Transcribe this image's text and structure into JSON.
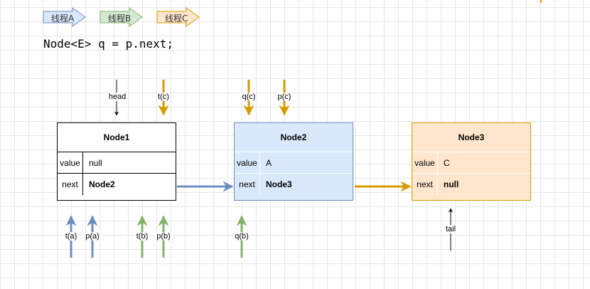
{
  "legend": [
    {
      "label": "线程A",
      "fill": "#dae8fc",
      "stroke": "#6c8ebf"
    },
    {
      "label": "线程B",
      "fill": "#d5e8d4",
      "stroke": "#82b366"
    },
    {
      "label": "线程C",
      "fill": "#ffe6cc",
      "stroke": "#d79b00"
    }
  ],
  "code": "Node<E> q = p.next;",
  "nodes": [
    {
      "title": "Node1",
      "value_key": "value",
      "value": "null",
      "next_key": "next",
      "next": "Node2"
    },
    {
      "title": "Node2",
      "value_key": "value",
      "value": "A",
      "next_key": "next",
      "next": "Node3"
    },
    {
      "title": "Node3",
      "value_key": "value",
      "value": "C",
      "next_key": "next",
      "next": "null"
    }
  ],
  "pointers": {
    "head": "head",
    "t_c": "t(c)",
    "q_c": "q(c)",
    "p_c": "p(c)",
    "t_a": "t(a)",
    "p_a": "p(a)",
    "t_b": "t(b)",
    "p_b": "p(b)",
    "q_b": "q(b)",
    "tail": "tail"
  },
  "colors": {
    "thread_a": "#6c8ebf",
    "thread_b": "#82b366",
    "thread_c": "#d79b00",
    "black": "#000000"
  }
}
